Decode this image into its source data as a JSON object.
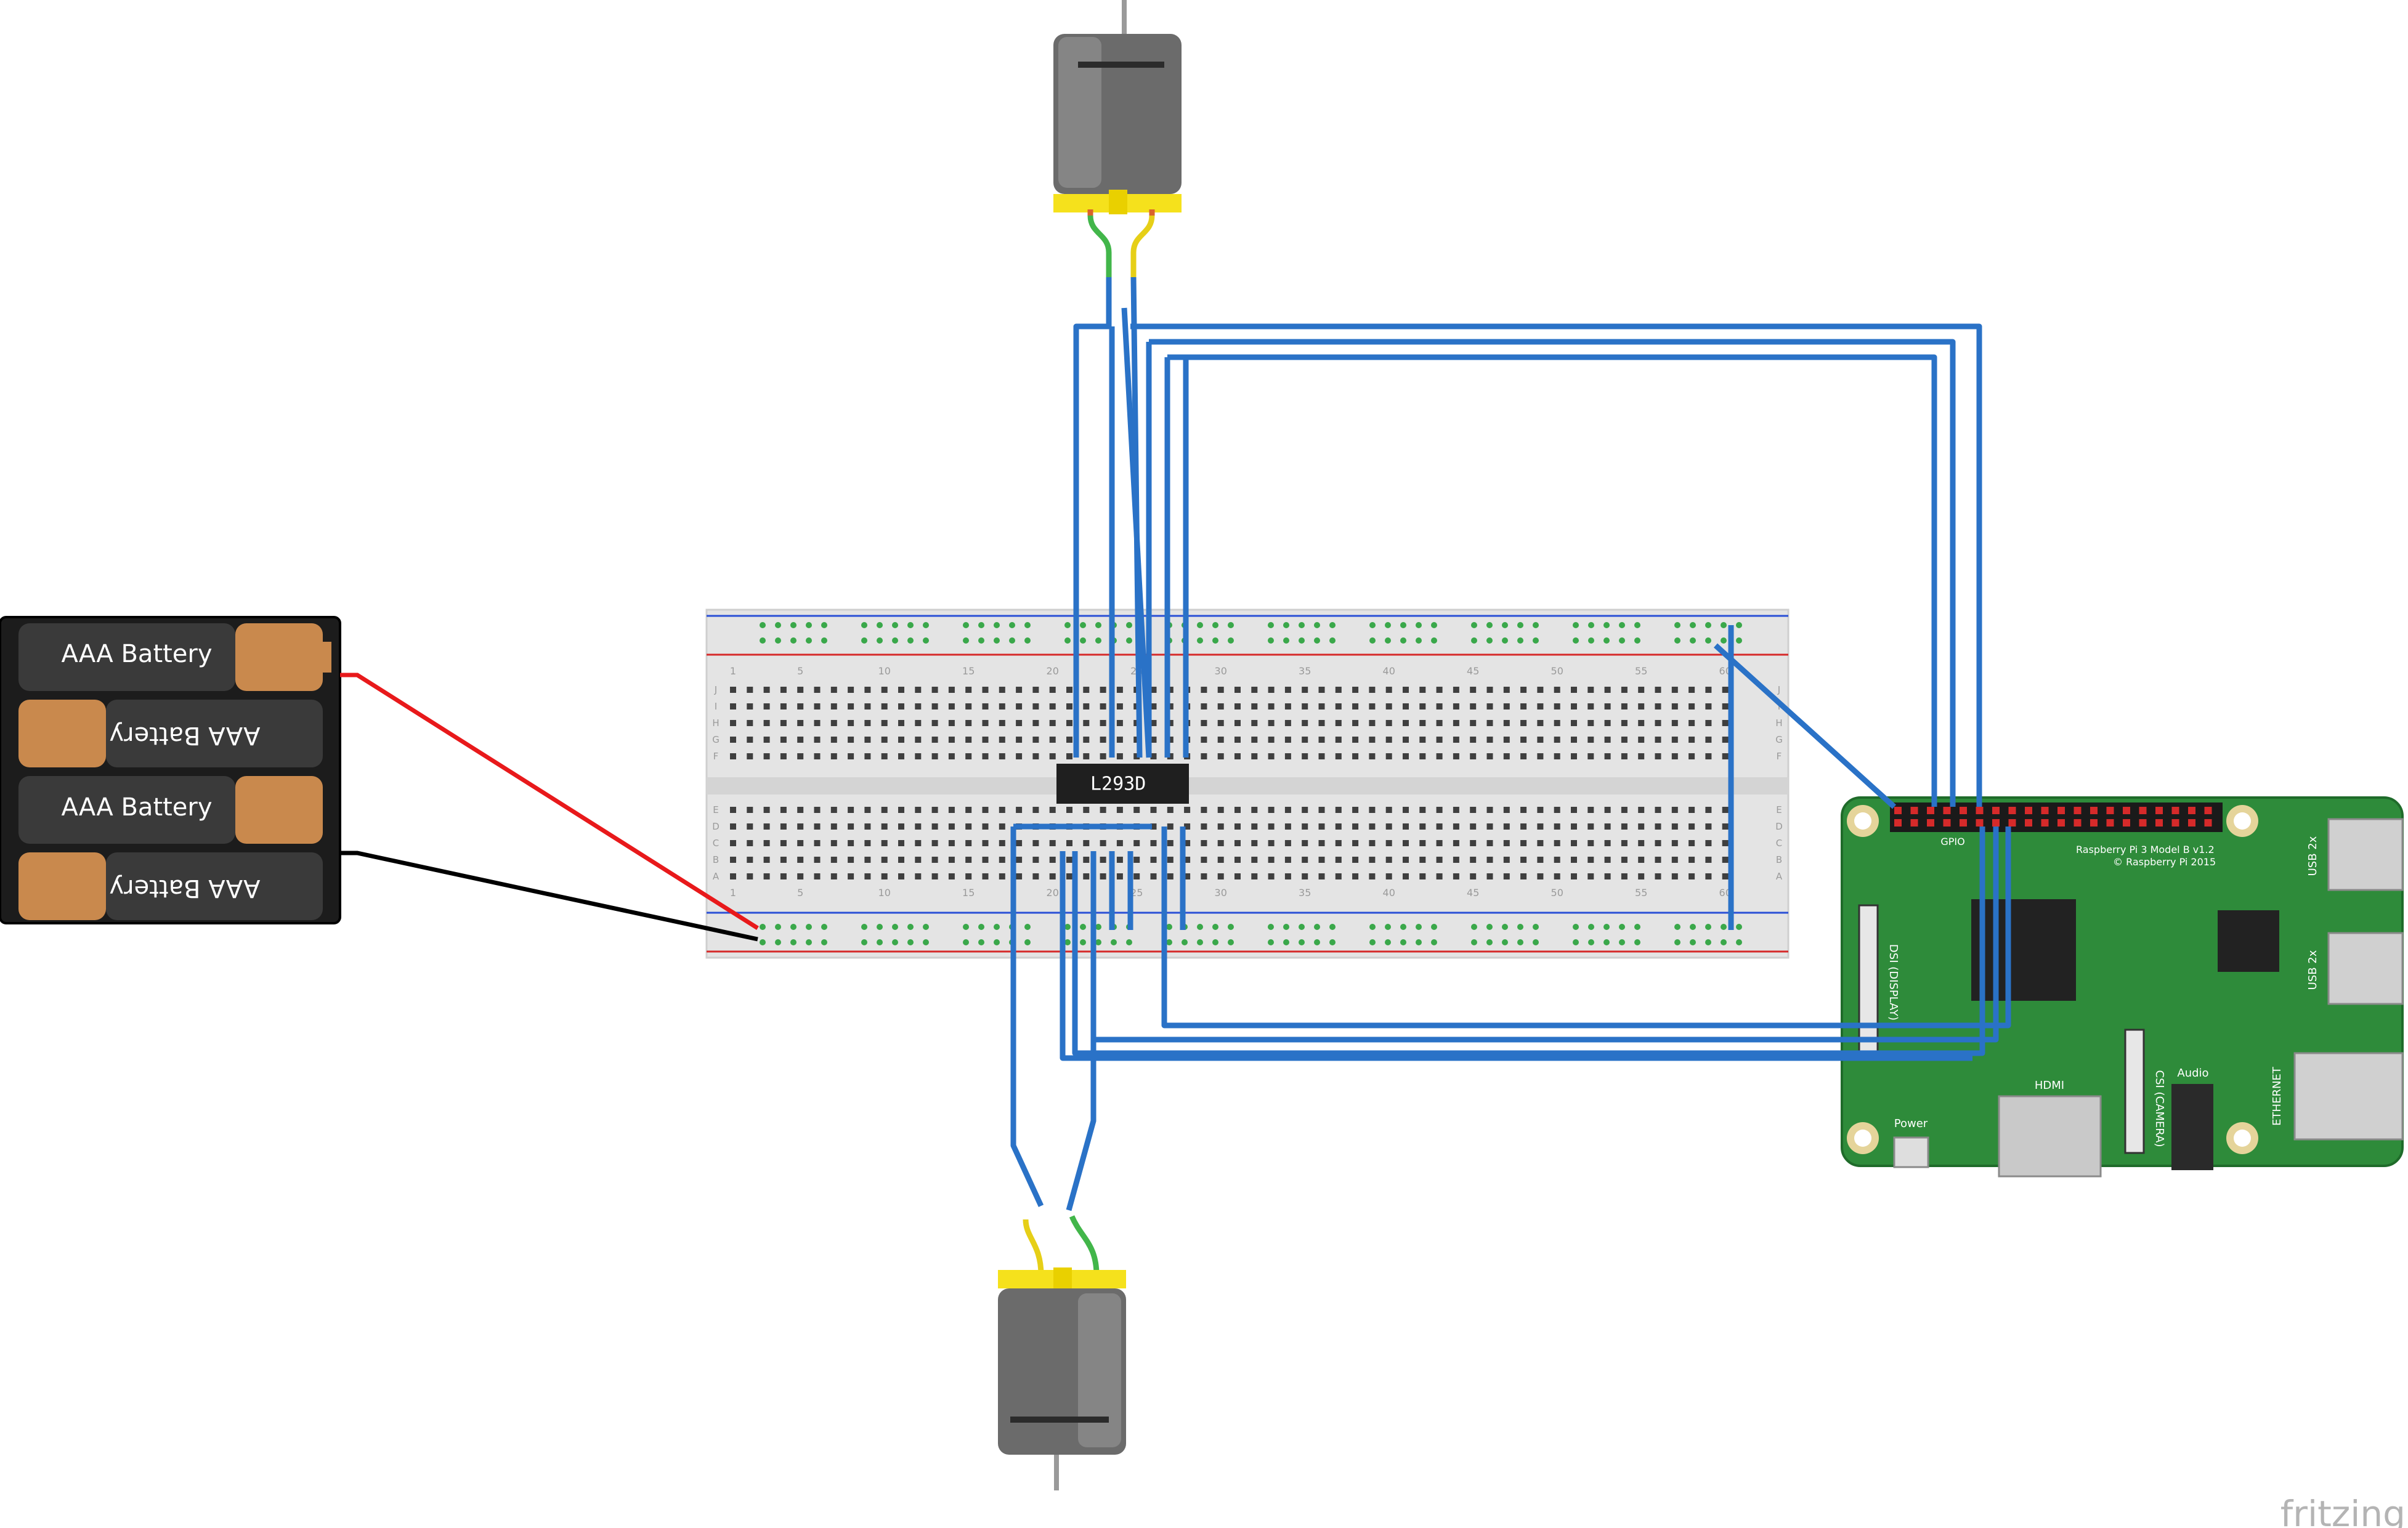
{
  "battery_pack": {
    "cells": [
      "AAA Battery",
      "AAA Battery",
      "AAA Battery",
      "AAA Battery"
    ]
  },
  "chip": {
    "label": "L293D"
  },
  "breadboard": {
    "columns_top": [
      "1",
      "5",
      "10",
      "15",
      "20",
      "25",
      "30",
      "35",
      "40",
      "45",
      "50",
      "55",
      "60"
    ],
    "rows_top": [
      "J",
      "I",
      "H",
      "G",
      "F"
    ],
    "rows_bottom": [
      "E",
      "D",
      "C",
      "B",
      "A"
    ]
  },
  "raspberry_pi": {
    "title": "Raspberry Pi 3 Model B v1.2",
    "copyright": "© Raspberry Pi 2015",
    "gpio": "GPIO",
    "usb_top": "USB 2x",
    "usb_bottom": "USB 2x",
    "ethernet": "ETHERNET",
    "hdmi": "HDMI",
    "power": "Power",
    "audio": "Audio",
    "camera": "CSI (CAMERA)",
    "display": "DSI (DISPLAY)"
  },
  "watermark": "fritzing",
  "colors": {
    "wire": "#2a72c7",
    "pi_board": "#2e8b3a",
    "battery_wire_pos": "#e8191b",
    "battery_wire_neg": "#000000",
    "motor_cap": "#f5e11c",
    "breadboard": "#e6e6e6"
  }
}
